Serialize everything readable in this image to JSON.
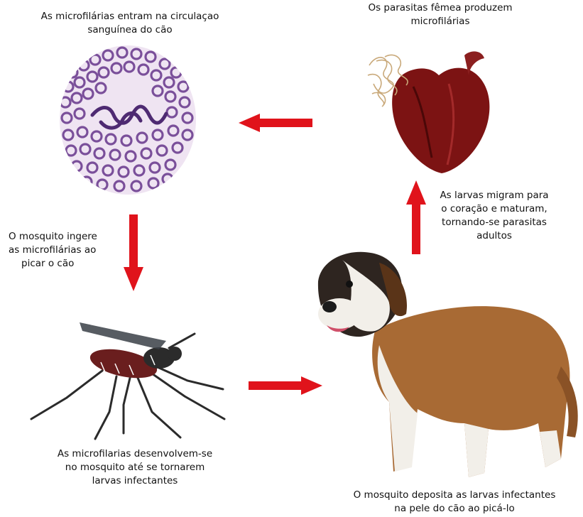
{
  "steps": {
    "blood": {
      "lines": [
        "As microfilárias entram na circulaçao",
        "sanguínea do cão"
      ]
    },
    "heart": {
      "lines": [
        "Os parasitas fêmea produzem",
        "microfilárias"
      ]
    },
    "migrate": {
      "lines": [
        "As larvas migram para",
        "o coração e maturam,",
        "tornando-se parasitas",
        "adultos"
      ]
    },
    "ingest": {
      "lines": [
        "O mosquito ingere",
        "as microfilárias ao",
        "picar o cão"
      ]
    },
    "develop": {
      "lines": [
        "As microfilarias desenvolvem-se",
        "no mosquito até se tornarem",
        "larvas infectantes"
      ]
    },
    "deposit": {
      "lines": [
        "O mosquito deposita as larvas infectantes",
        "na pele do cão ao picá-lo"
      ]
    }
  },
  "colors": {
    "arrow": "#e0131b",
    "cell": "#7a4f9a",
    "heart": "#7c1313",
    "mosquito": "#2b2b2b",
    "dog_brown": "#a86a34",
    "dog_white": "#f2efe9"
  }
}
